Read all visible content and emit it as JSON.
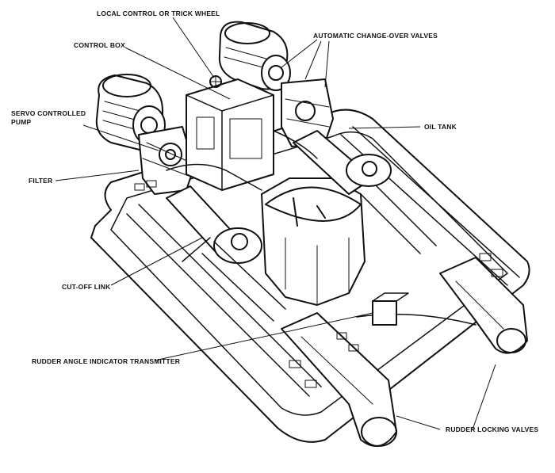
{
  "labels": {
    "local_control": "LOCAL CONTROL OR TRICK WHEEL",
    "control_box": "CONTROL BOX",
    "auto_valves": "AUTOMATIC CHANGE-OVER VALVES",
    "servo_pump_line1": "SERVO CONTROLLED",
    "servo_pump_line2": "PUMP",
    "oil_tank": "OIL TANK",
    "filter": "FILTER",
    "cutoff_link": "CUT-OFF LINK",
    "rudder_angle": "RUDDER ANGLE INDICATOR TRANSMITTER",
    "rudder_locking": "RUDDER LOCKING VALVES"
  }
}
